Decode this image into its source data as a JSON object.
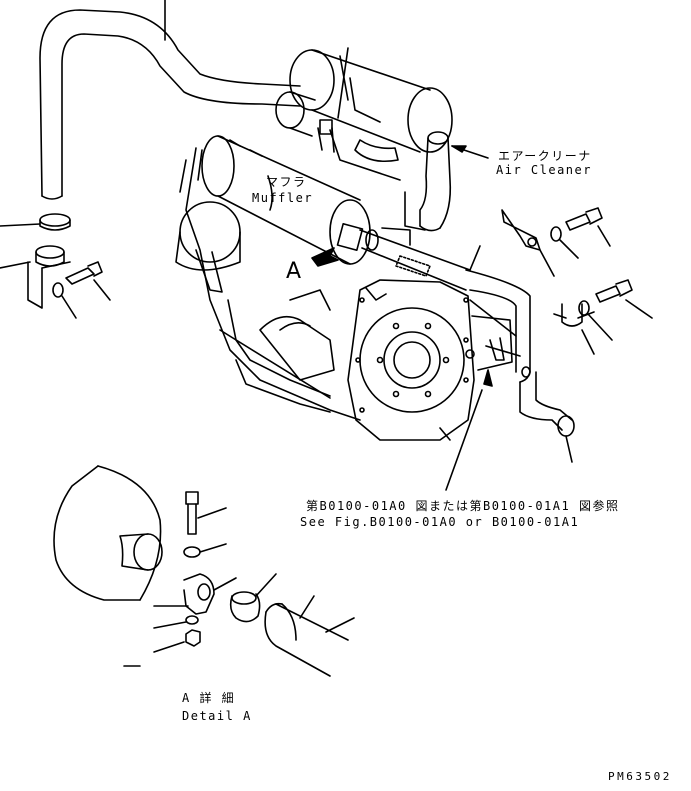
{
  "labels": {
    "air_cleaner_jp": "エアークリーナ",
    "air_cleaner_en": "Air Cleaner",
    "muffler_jp": "マフラ",
    "muffler_en": "Muffler",
    "view_marker": "A",
    "reference_jp": "第B0100-01A0 図または第B0100-01A1 図参照",
    "reference_en": "See Fig.B0100-01A0 or B0100-01A1",
    "detail_jp": "A 詳 細",
    "detail_en": "Detail A",
    "drawing_code": "PM63502"
  },
  "colors": {
    "line": "#000000",
    "background": "#ffffff"
  }
}
